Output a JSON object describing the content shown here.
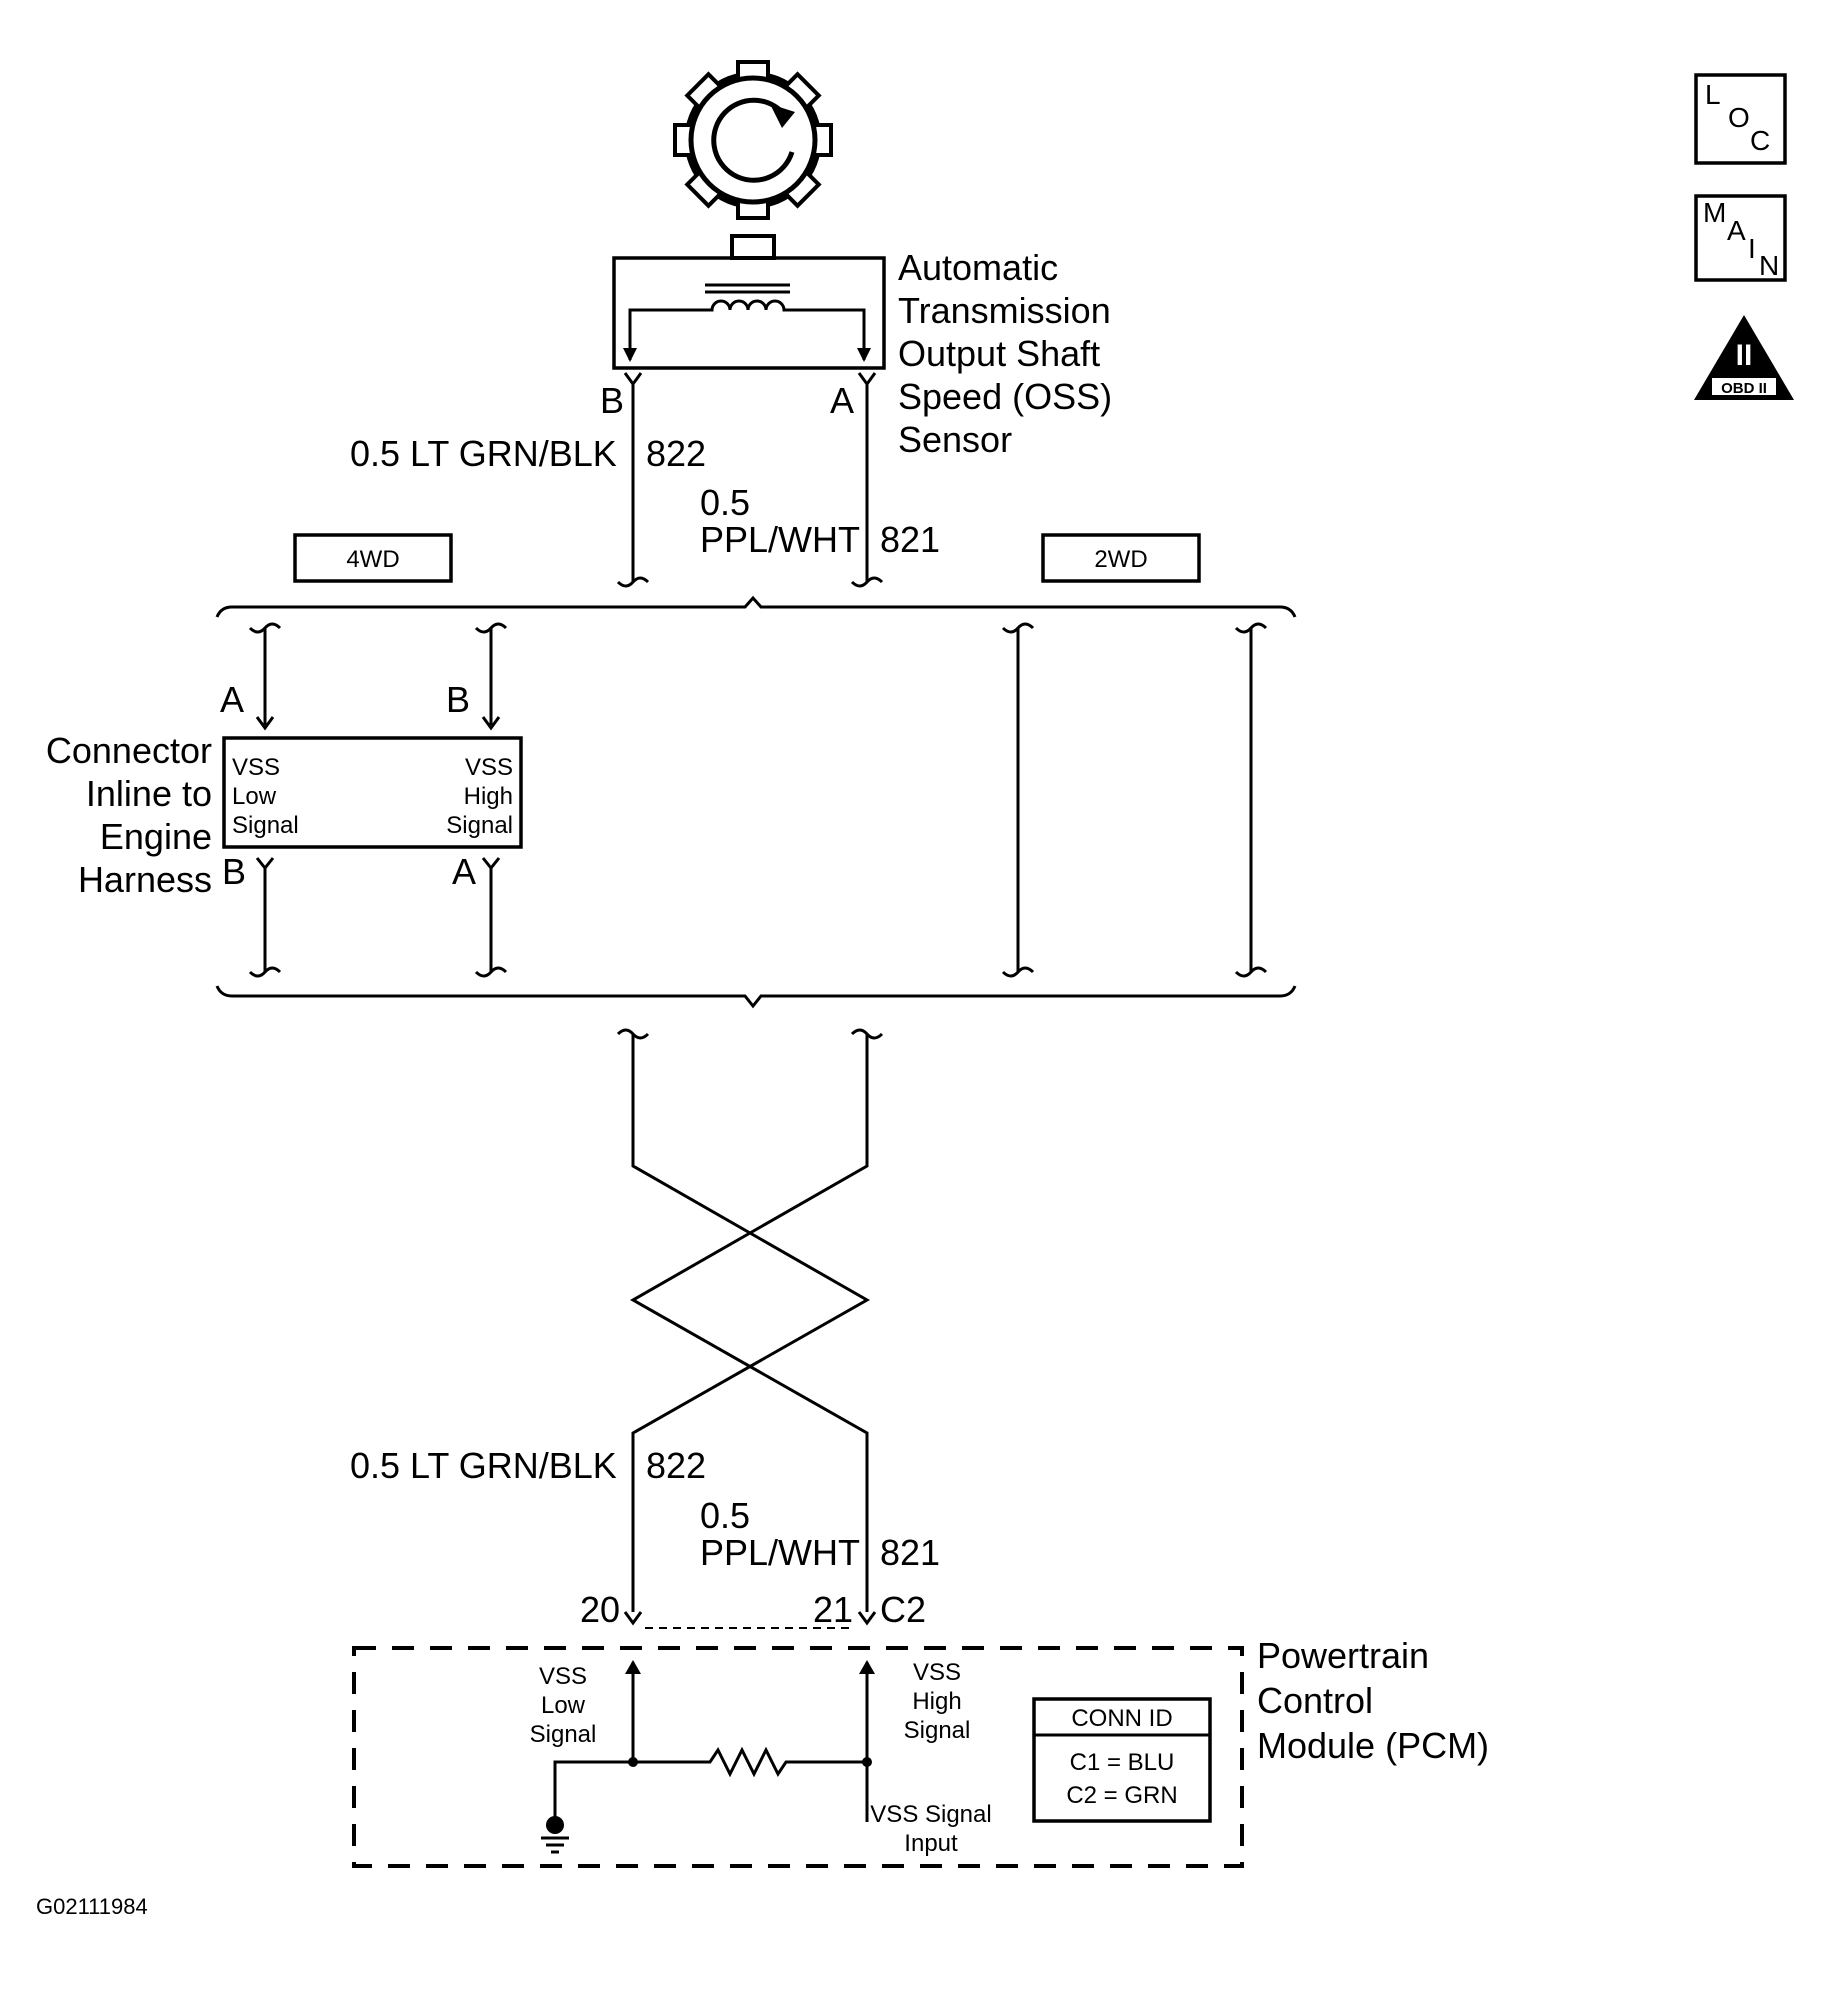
{
  "sensor": {
    "name_lines": [
      "Automatic",
      "Transmission",
      "Output Shaft",
      "Speed (OSS)",
      "Sensor"
    ],
    "terminal_b": "B",
    "terminal_a": "A"
  },
  "wires_top": {
    "left_label": "0.5 LT GRN/BLK",
    "left_circuit": "822",
    "right_label_1": "0.5",
    "right_label_2": "PPL/WHT",
    "right_circuit": "821"
  },
  "options": {
    "left": "4WD",
    "right": "2WD"
  },
  "inline_connector": {
    "name_lines": [
      "Connector",
      "Inline to",
      "Engine",
      "Harness"
    ],
    "top_left_term": "A",
    "top_right_term": "B",
    "bottom_left_term": "B",
    "bottom_right_term": "A",
    "left_signal_lines": [
      "VSS",
      "Low",
      "Signal"
    ],
    "right_signal_lines": [
      "VSS",
      "High",
      "Signal"
    ]
  },
  "wires_bottom": {
    "left_label": "0.5 LT GRN/BLK",
    "left_circuit": "822",
    "right_label_1": "0.5",
    "right_label_2": "PPL/WHT",
    "right_circuit": "821"
  },
  "pcm": {
    "name_lines": [
      "Powertrain",
      "Control",
      "Module (PCM)"
    ],
    "pin_left": "20",
    "pin_right": "21",
    "connector": "C2",
    "low_signal_lines": [
      "VSS",
      "Low",
      "Signal"
    ],
    "high_signal_lines": [
      "VSS",
      "High",
      "Signal"
    ],
    "input_lines": [
      "VSS Signal",
      "Input"
    ],
    "conn_id_title": "CONN ID",
    "conn_id_rows": [
      "C1 = BLU",
      "C2 = GRN"
    ]
  },
  "side_icons": {
    "loc": [
      "L",
      "O",
      "C"
    ],
    "main": [
      "M",
      "A",
      "I",
      "N"
    ],
    "obd": [
      "II",
      "OBD II"
    ]
  },
  "figure_id": "G02111984"
}
